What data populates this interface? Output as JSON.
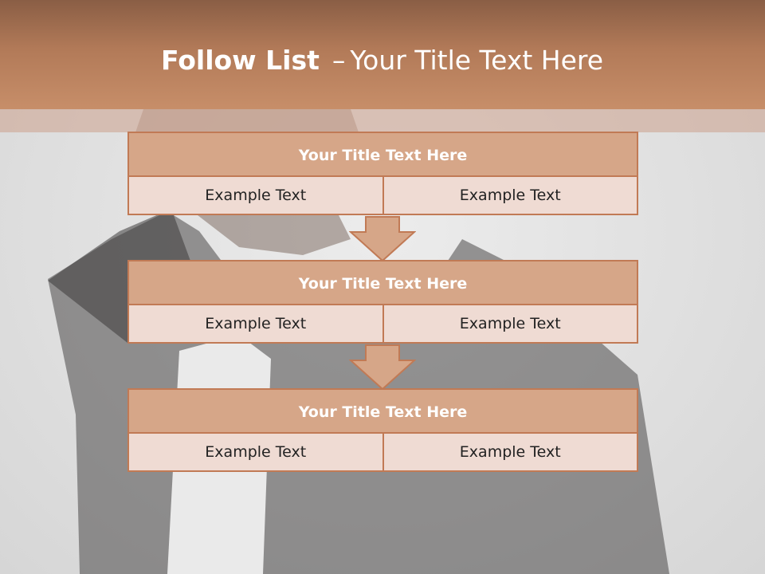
{
  "header": {
    "title_bold": "Follow List",
    "title_dash": "–",
    "title_rest": "Your Title Text Here"
  },
  "blocks": [
    {
      "title": "Your Title Text Here",
      "left": "Example Text",
      "right": "Example Text"
    },
    {
      "title": "Your Title Text Here",
      "left": "Example Text",
      "right": "Example Text"
    },
    {
      "title": "Your Title Text Here",
      "left": "Example Text",
      "right": "Example Text"
    }
  ],
  "colors": {
    "header_top": "#8a5e45",
    "header_bottom": "#c78e69",
    "block_title_fill": "#d6a688",
    "block_cell_fill": "#efdbd3",
    "border": "#c17a55"
  }
}
